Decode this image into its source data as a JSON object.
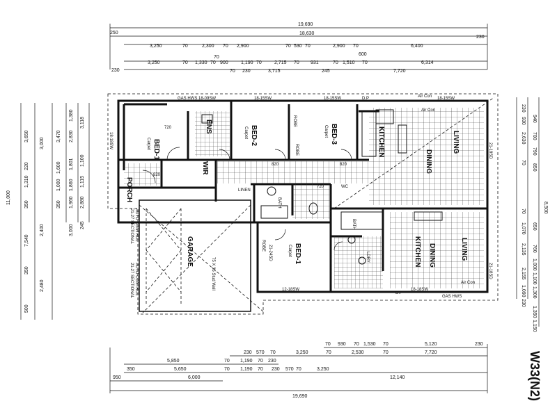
{
  "top_dimensions": {
    "overall": "19,690",
    "row2": {
      "left": "250",
      "overall": "18,630",
      "right": "230"
    },
    "row3": [
      "3,250",
      "70",
      "2,300",
      "70",
      "2,900",
      "70",
      "530",
      "70",
      "2,900",
      "70",
      "6,400"
    ],
    "row3b": [
      "600"
    ],
    "row4": [
      "3,250",
      "70",
      "1,330",
      "70",
      "900",
      "1,190",
      "70",
      "2,715",
      "70",
      "931",
      "70",
      "1,510",
      "70",
      "6,314"
    ],
    "row4_sub": [
      "70"
    ],
    "row5": {
      "left": "230",
      "a": "70",
      "b": "230",
      "c": "3,715",
      "d": "245",
      "e": "7,720"
    }
  },
  "bottom_dimensions": {
    "row1": [
      "70",
      "930",
      "70",
      "1,530",
      "70",
      "5,120",
      "230"
    ],
    "row2": [
      "230",
      "570",
      "70",
      "3,250",
      "70",
      "2,530",
      "70",
      "7,720"
    ],
    "row3": [
      "5,850",
      "70",
      "1,190",
      "70",
      "230"
    ],
    "row4": [
      "350",
      "5,650",
      "70",
      "1,190",
      "70",
      "230",
      "570",
      "70",
      "3,250",
      "12,140"
    ],
    "row5": [
      "950",
      "6,000"
    ],
    "overall": "19,690"
  },
  "left_dimensions": {
    "col1": [
      "3,650",
      "220",
      "1,310",
      "350",
      "7,540",
      "350",
      "500"
    ],
    "col2": [
      "3,000",
      "2,400",
      "2,480"
    ],
    "col3": [
      "3,470",
      "1,600",
      "1,000",
      "350"
    ],
    "col4": [
      "1,380",
      "2,830",
      "1,801",
      "1,860",
      "1,960",
      "3,000"
    ],
    "col5": [
      "3,118",
      "1,100",
      "1,115",
      "2,880",
      "245"
    ],
    "overall": "11,000"
  },
  "right_dimensions": {
    "col1": [
      "230",
      "930",
      "2,630",
      "70",
      "940",
      "700",
      "790",
      "850"
    ],
    "col2": [
      "70",
      "1,070",
      "2,135",
      "650",
      "2,155",
      "760",
      "1,000",
      "1,100",
      "1,090",
      "1,300"
    ],
    "overall": "8,500",
    "bottom": [
      "230",
      "1,350",
      "1,150"
    ]
  },
  "rooms": {
    "bed1": "BED-1",
    "bed2": "BED-2",
    "bed3": "BED-3",
    "bed1_lower": "BED-1",
    "ens": "ENS",
    "wir": "WIR",
    "robe1": "ROBE",
    "robe2": "ROBE",
    "robe3": "ROBE",
    "kitchen": "KITCHEN",
    "kitchen2": "KITCHEN",
    "dining": "DINING",
    "dining2": "DINING",
    "living": "LIVING",
    "living2": "LIVING",
    "porch": "PORCH",
    "garage": "GARAGE",
    "bath": "BATH",
    "bath2": "BATH",
    "ldry": "LDRY",
    "linen": "LINEN",
    "wc": "WC",
    "carpet": "Carpet"
  },
  "window_codes": {
    "w1": "18-09SW",
    "w2": "18-15SW",
    "w3": "18-15SW",
    "w4": "18-15SW",
    "w5": "18-18SW",
    "w6": "21-18SD",
    "w7": "21-18SD",
    "w8": "12-18SW",
    "w9": "18-18SW",
    "w10": "21-24SD",
    "dp": "D.P",
    "door820": "820",
    "door720": "720",
    "aircon": "Air Con",
    "gasmeter": "GAS HWS"
  },
  "garage_notes": {
    "door1": "AUTO CONTROL",
    "door1b": "21-27 SECTIONAL",
    "door2": "AUTO CONTROL",
    "door2b": "21-27 SECTIONAL",
    "wall_note": "75 X 35 Stud Wall"
  },
  "plan_code": "W33(N2)"
}
